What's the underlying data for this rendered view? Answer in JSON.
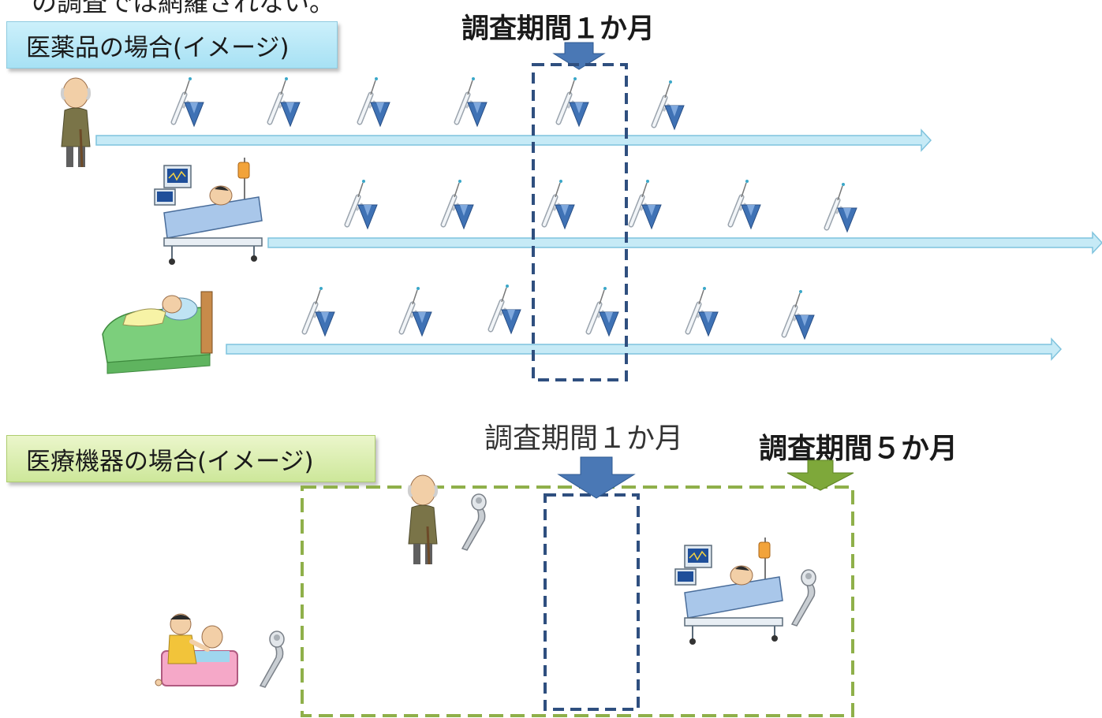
{
  "header": {
    "cutoff_text": "の調査では網羅されない。"
  },
  "drug_section": {
    "caption": "医薬品の場合(イメージ)",
    "period_label": "調査期間１か月"
  },
  "device_section": {
    "caption": "医療機器の場合(イメージ)",
    "period_label_1month": "調査期間１か月",
    "period_label_5month": "調査期間５か月"
  },
  "colors": {
    "timeline_fill": "#c6eaf6",
    "timeline_stroke": "#7fc3dd",
    "period_box_blue": "#2f4f7f",
    "period_box_green": "#8fb04a",
    "arrow_blue": "#4a78b5",
    "arrow_green": "#7ea83a",
    "syringe_blue": "#3f72b5"
  },
  "icons": {
    "patient": [
      "elderly-man-icon",
      "hospital-bed-patient-icon",
      "bedridden-elderly-icon",
      "bathing-care-icon"
    ],
    "drug_marker": "syringe-icon",
    "device_marker": "hip-implant-icon"
  }
}
